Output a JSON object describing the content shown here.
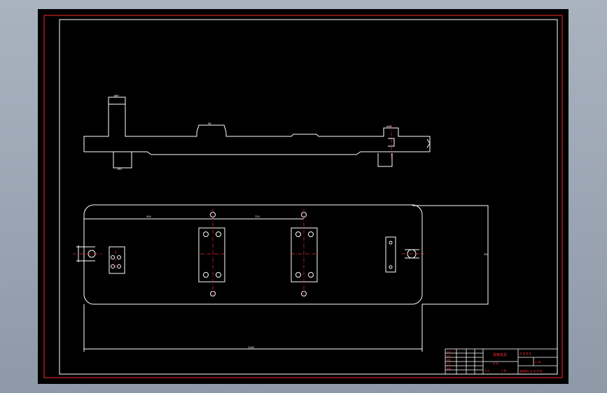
{
  "colors": {
    "background": "#000000",
    "frame_outer": "#ff0000",
    "geometry": "#ffffff",
    "centerline": "#ff0000",
    "title_block_text": "#ff0000"
  },
  "title_block": {
    "drawing_name": "焊接夹具",
    "material_label": "材 料",
    "company": "某某职业 技 术 学 院",
    "left_labels": [
      "标记",
      "设计",
      "审核",
      "工艺",
      "批准"
    ],
    "mid_labels": [
      "签 名",
      "日 期"
    ],
    "scale_label": "比 例",
    "sheet_label": "共 张 第 张"
  },
  "dimensions": {
    "side_post": "φ80",
    "side_slot": "96",
    "side_block": "Φ40",
    "side_foot": "160",
    "plan_left": "300",
    "plan_top": "720",
    "plan_height": "300",
    "plan_length": "1540"
  }
}
